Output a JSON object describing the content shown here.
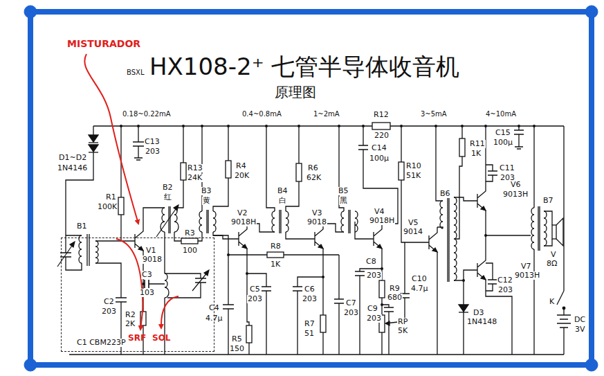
{
  "diagram": {
    "title": "HX108-2⁺ 七管半导体收音机",
    "nodes": [
      {
        "text": [
          "C1 CBM223P"
        ]
      }
    ],
    "labels": [
      "BSXL",
      "原理图",
      "0.18~0.22mA",
      "0.4~0.8mA",
      "1~2mA",
      "R12",
      "220",
      "3~5mA",
      "4~10mA",
      "D1~D2",
      "1N4146",
      "C13",
      "203",
      "R13",
      "24K",
      "R4",
      "20K",
      "R6",
      "62K",
      "C14",
      "100μ",
      "R10",
      "51K",
      "R11",
      "1K",
      "C11",
      "203",
      "C15",
      "100μ",
      "V6",
      "9013H",
      "B7",
      "V",
      "8Ω",
      "B2",
      "红",
      "B3",
      "黄",
      "V2",
      "9018H",
      "B4",
      "白",
      "V3",
      "9018",
      "B5",
      "黑",
      "V4",
      "9018H",
      "R1",
      "100K",
      "B1",
      "R3",
      "100",
      "V1",
      "9018",
      "C3",
      "103",
      "C2",
      "203",
      "R2",
      "2K",
      "C4",
      "4.7μ",
      "R5",
      "150",
      "C5",
      "203",
      "R8",
      "1K",
      "C6",
      "203",
      "R7",
      "51",
      "C7",
      "203",
      "C8",
      "203",
      "R9",
      "680",
      "C9",
      "203",
      "C10",
      "4.7μ",
      "RP",
      "5K",
      "V5",
      "9014",
      "B6",
      "C12",
      "203",
      "V7",
      "9013H",
      "D3",
      "1N4148",
      "K",
      "DC",
      "3V",
      "MISTURADOR",
      "SRF",
      "SOL"
    ]
  }
}
